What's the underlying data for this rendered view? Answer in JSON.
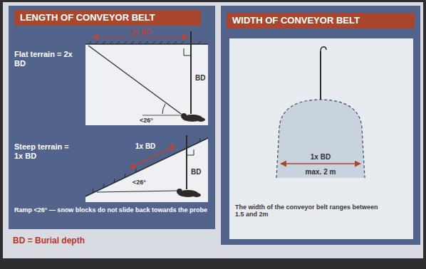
{
  "diagram": {
    "nodes": [
      {
        "text": [
          "LENGTH OF CONVEYOR BELT"
        ]
      },
      {
        "text": [
          "WIDTH OF CONVEYOR BELT"
        ]
      }
    ],
    "labels": [
      "Flat terrain = 2x BD",
      "2x BD",
      "BD",
      "<26°",
      "Steep terrain = 1x BD",
      "1x BD",
      "BD",
      "<26°",
      "Ramp <26° — snow blocks do not slide back towards the probe",
      "BD = Burial depth",
      "1x BD",
      "max. 2 m",
      "The width of the conveyor belt ranges between 1.5 and 2m"
    ]
  }
}
